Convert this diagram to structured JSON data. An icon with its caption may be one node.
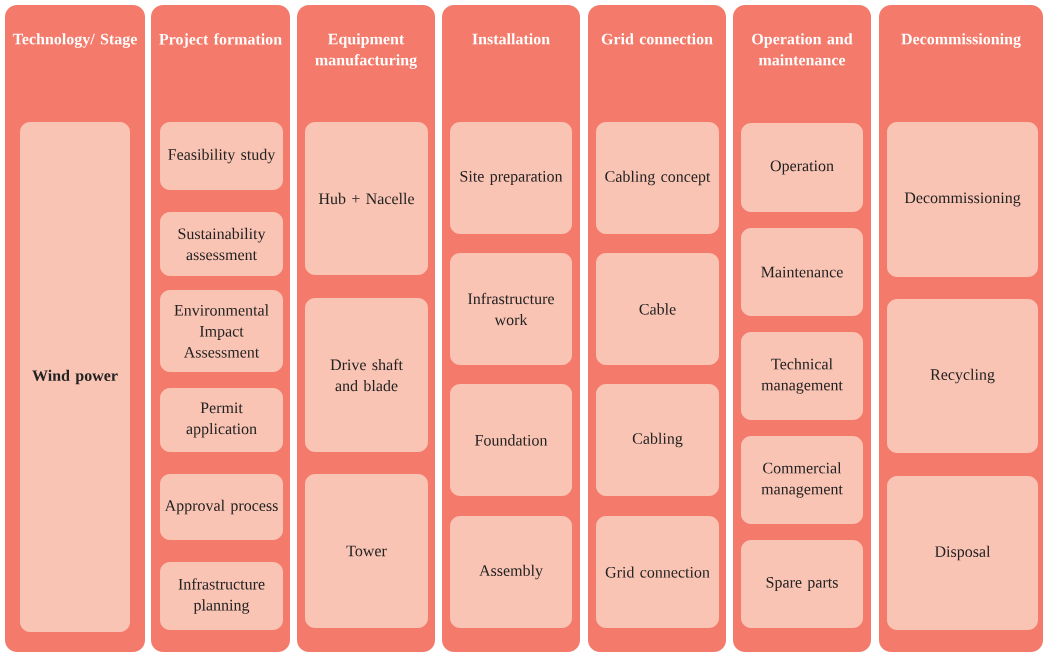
{
  "diagram": {
    "nodes": [
      {
        "text": [
          "Technology/ Stage"
        ]
      },
      {
        "text": [
          "Wind power"
        ],
        "in": 0
      },
      {
        "text": [
          "Project formation"
        ]
      },
      {
        "text": [
          "Feasibility study"
        ],
        "in": 2
      },
      {
        "text": [
          "Sustainability assessment"
        ],
        "in": 2
      },
      {
        "text": [
          "Environmental Impact Assessment"
        ],
        "in": 2
      },
      {
        "text": [
          "Permit application"
        ],
        "in": 2
      },
      {
        "text": [
          "Approval process"
        ],
        "in": 2
      },
      {
        "text": [
          "Infrastructure planning"
        ],
        "in": 2
      },
      {
        "text": [
          "Equipment manufacturing"
        ]
      },
      {
        "text": [
          "Hub + Nacelle"
        ],
        "in": 9
      },
      {
        "text": [
          "Drive shaft and blade"
        ],
        "in": 9
      },
      {
        "text": [
          "Tower"
        ],
        "in": 9
      },
      {
        "text": [
          "Installation"
        ]
      },
      {
        "text": [
          "Site preparation"
        ],
        "in": 13
      },
      {
        "text": [
          "Infrastructure work"
        ],
        "in": 13
      },
      {
        "text": [
          "Foundation"
        ],
        "in": 13
      },
      {
        "text": [
          "Assembly"
        ],
        "in": 13
      },
      {
        "text": [
          "Grid connection"
        ]
      },
      {
        "text": [
          "Cabling concept"
        ],
        "in": 18
      },
      {
        "text": [
          "Cable"
        ],
        "in": 18
      },
      {
        "text": [
          "Cabling"
        ],
        "in": 18
      },
      {
        "text": [
          "Grid connection"
        ],
        "in": 18
      },
      {
        "text": [
          "Operation and maintenance"
        ]
      },
      {
        "text": [
          "Operation"
        ],
        "in": 23
      },
      {
        "text": [
          "Maintenance"
        ],
        "in": 23
      },
      {
        "text": [
          "Technical management"
        ],
        "in": 23
      },
      {
        "text": [
          "Commercial management"
        ],
        "in": 23
      },
      {
        "text": [
          "Spare parts"
        ],
        "in": 23
      },
      {
        "text": [
          "Decommissioning"
        ]
      },
      {
        "text": [
          "Decommissioning"
        ],
        "in": 29
      },
      {
        "text": [
          "Recycling"
        ],
        "in": 29
      },
      {
        "text": [
          "Disposal"
        ],
        "in": 29
      }
    ]
  }
}
